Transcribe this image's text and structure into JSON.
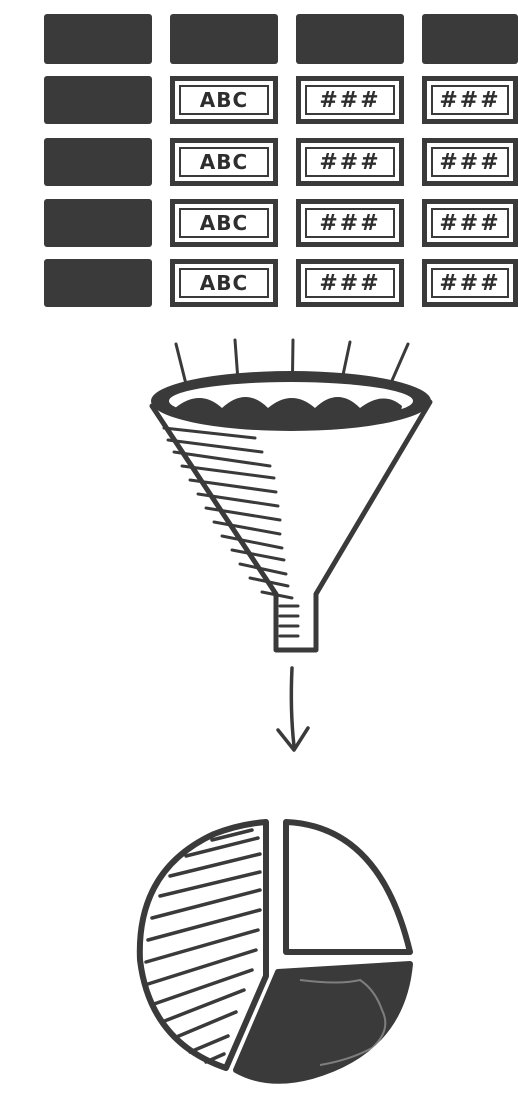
{
  "table": {
    "rows": [
      {
        "text": "ABC",
        "num1": "###",
        "num2": "###"
      },
      {
        "text": "ABC",
        "num1": "###",
        "num2": "###"
      },
      {
        "text": "ABC",
        "num1": "###",
        "num2": "###"
      },
      {
        "text": "ABC",
        "num1": "###",
        "num2": "###"
      }
    ]
  },
  "colors": {
    "ink": "#3a3a3a",
    "paper": "#ffffff"
  },
  "icons": [
    "table-icon",
    "funnel-icon",
    "arrow-down-icon",
    "pie-chart-icon"
  ]
}
